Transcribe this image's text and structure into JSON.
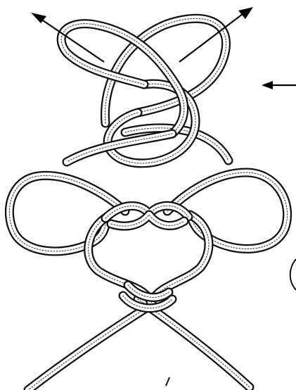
{
  "figure": {
    "panels": [
      {
        "id": "step-1",
        "arrows": 3
      },
      {
        "id": "step-2",
        "arrows": 0
      }
    ],
    "colors": {
      "ink": "#111111",
      "paper": "#ffffff",
      "hatching": "#3a3a3a"
    }
  }
}
